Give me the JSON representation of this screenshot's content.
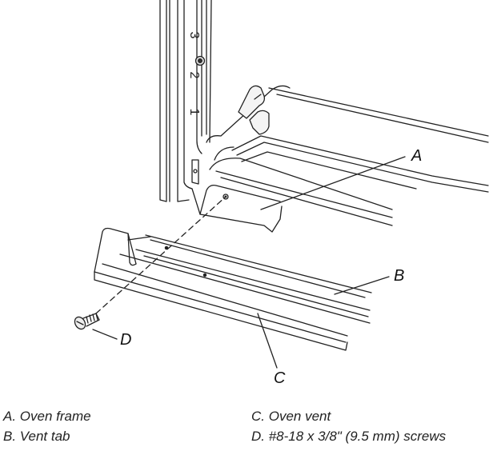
{
  "frame_labels": [
    "3",
    "2",
    "1"
  ],
  "callouts": {
    "a": "A",
    "b": "B",
    "c": "C",
    "d": "D"
  },
  "legend": {
    "a": "A. Oven frame",
    "b": "B. Vent tab",
    "c": "C. Oven vent",
    "d": "D. #8-18 x 3/8\" (9.5 mm) screws"
  }
}
